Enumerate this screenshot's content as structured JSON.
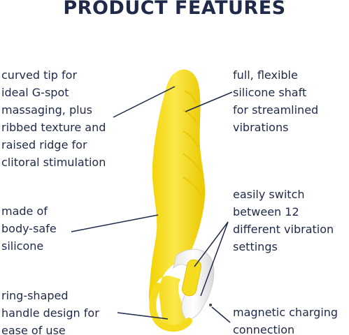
{
  "title": "PRODUCT FEATURES",
  "features": {
    "tip": {
      "lines": [
        "curved tip for",
        "ideal G-spot",
        "massaging, plus",
        "ribbed texture and",
        "raised ridge for",
        "clitoral stimulation"
      ]
    },
    "shaft": {
      "lines": [
        "full, flexible",
        "silicone shaft",
        "for streamlined",
        "vibrations"
      ]
    },
    "silicone": {
      "lines": [
        "made of",
        "body-safe",
        "silicone"
      ]
    },
    "switch": {
      "lines": [
        "easily switch",
        "between 12",
        "different vibration",
        "settings"
      ]
    },
    "handle": {
      "lines": [
        "ring-shaped",
        "handle design for",
        "ease of use"
      ]
    },
    "magnet": {
      "lines": [
        "magnetic charging",
        "connection"
      ]
    }
  },
  "colors": {
    "text": "#1f2a4a",
    "product_yellow": "#f5dc1e",
    "handle_white": "#f4f4f4",
    "pointer_lines": "#1f2a4a"
  }
}
